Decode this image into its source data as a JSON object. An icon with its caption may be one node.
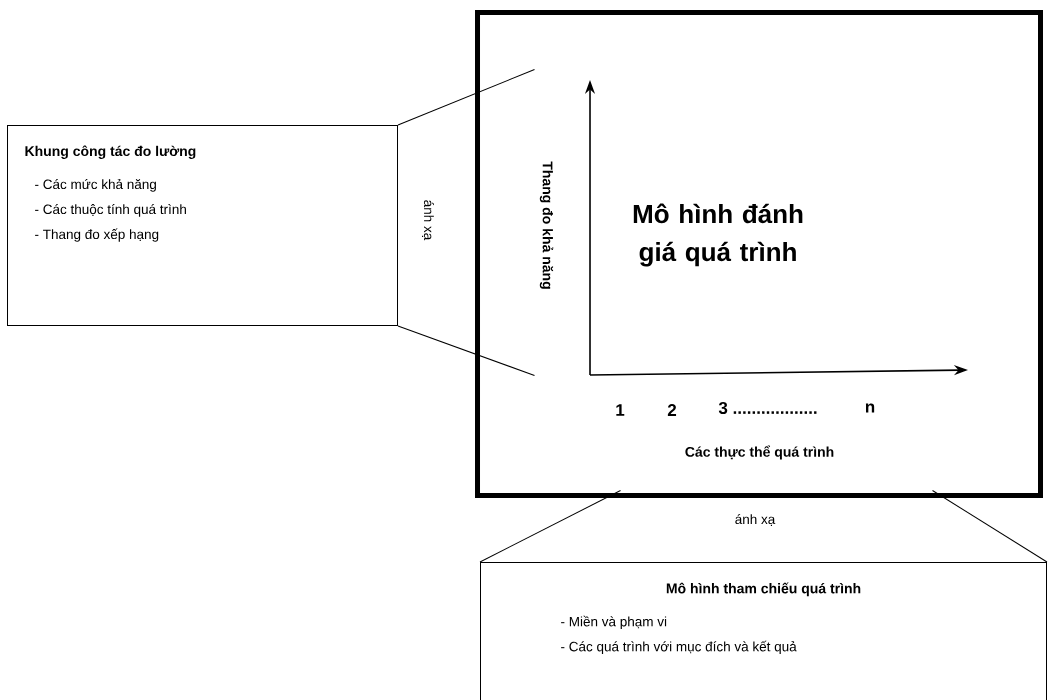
{
  "diagram": {
    "nodes": [
      {
        "text": [
          "Khung công tác đo lường",
          "- Các mức khả năng",
          "- Các thuộc tính quá trình",
          "- Thang đo xếp hạng"
        ]
      },
      {
        "text": [
          "Mô hình đánh giá quá trình"
        ]
      },
      {
        "text": [
          "Thang đo khả năng"
        ],
        "in": 1
      },
      {
        "text": [
          "Các thực thể quá trình"
        ],
        "in": 1
      },
      {
        "text": [
          "Mô hình tham chiếu quá trình",
          "- Miền và phạm vi",
          "- Các quá trình với mục đích và kết quả"
        ]
      }
    ],
    "edges": [
      {
        "from": 0,
        "to": 1,
        "arrow": "none"
      },
      {
        "from": 0,
        "to": 1,
        "arrow": "none"
      },
      {
        "from": 4,
        "to": 1,
        "arrow": "none"
      },
      {
        "from": 4,
        "to": 1,
        "arrow": "none"
      }
    ],
    "labels": [
      "ánh xạ",
      "1",
      "2",
      "3 ..................",
      "n",
      "ánh xạ"
    ]
  }
}
